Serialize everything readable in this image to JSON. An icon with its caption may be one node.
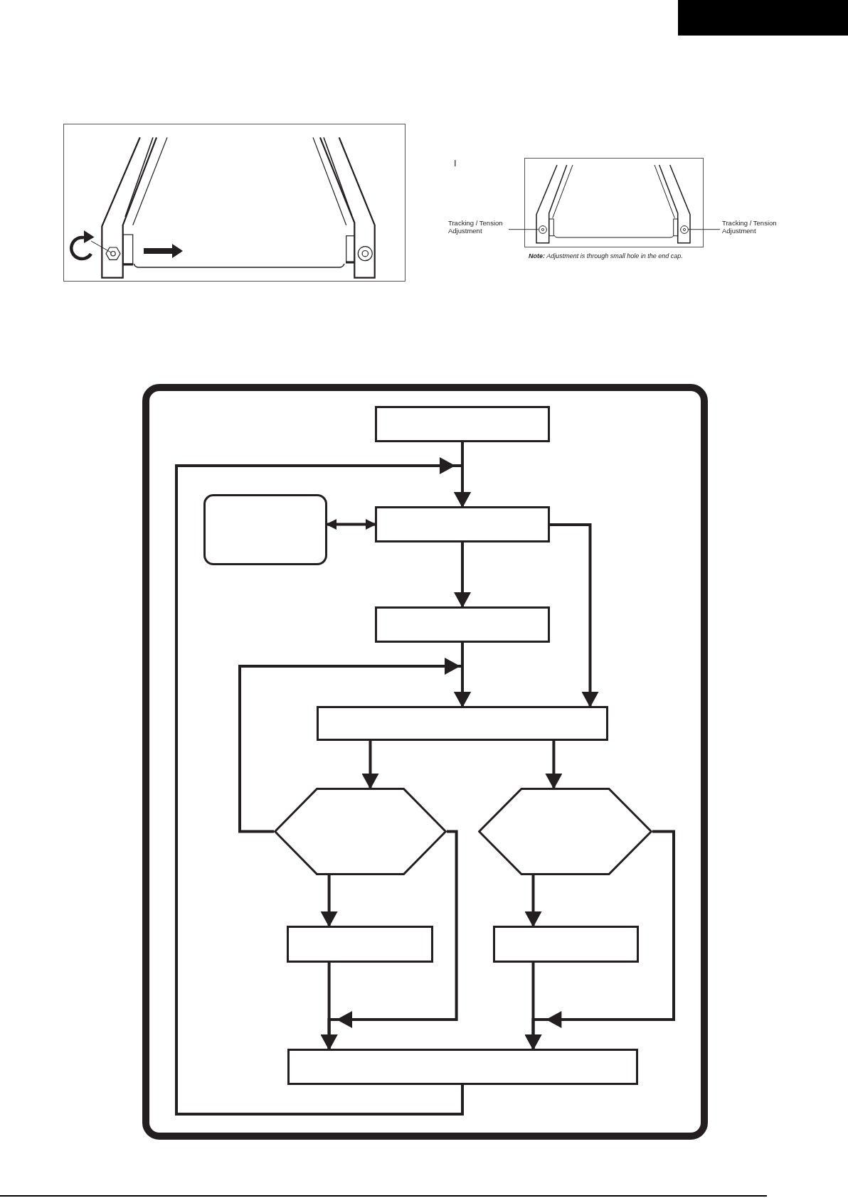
{
  "diagram": {
    "nodes": [
      {
        "text": [],
        "shape": "box"
      },
      {
        "text": [
          "Tracking / Tension Adjustment"
        ]
      },
      {
        "text": [],
        "shape": "circle"
      },
      {
        "text": [],
        "shape": "circle"
      },
      {
        "text": [
          "Tracking / Tension Adjustment"
        ]
      },
      {
        "text": [],
        "shape": "box"
      },
      {
        "text": [],
        "shape": "box"
      },
      {
        "text": [],
        "shape": "box"
      },
      {
        "text": [],
        "shape": "box"
      },
      {
        "text": [],
        "shape": "box"
      },
      {
        "text": [],
        "shape": "hexagon"
      },
      {
        "text": [],
        "shape": "hexagon"
      },
      {
        "text": [],
        "shape": "box"
      },
      {
        "text": [],
        "shape": "box"
      },
      {
        "text": [],
        "shape": "box"
      }
    ],
    "edges": [
      {
        "from": 1,
        "to": 2,
        "arrow": "none"
      },
      {
        "from": 4,
        "to": 3,
        "arrow": "none"
      },
      {
        "from": 5,
        "to": 7,
        "arrow": "to"
      },
      {
        "from": 14,
        "to": 7,
        "arrow": "to"
      },
      {
        "from": 6,
        "to": 7,
        "arrow": "both"
      },
      {
        "from": 7,
        "to": 8,
        "arrow": "to"
      },
      {
        "from": 7,
        "to": 9,
        "arrow": "to"
      },
      {
        "from": 8,
        "to": 9,
        "arrow": "to"
      },
      {
        "from": 10,
        "to": 9,
        "arrow": "to"
      },
      {
        "from": 9,
        "to": 10,
        "arrow": "to"
      },
      {
        "from": 9,
        "to": 11,
        "arrow": "to"
      },
      {
        "from": 10,
        "to": 12,
        "arrow": "to"
      },
      {
        "from": 10,
        "to": 14,
        "arrow": "to"
      },
      {
        "from": 11,
        "to": 13,
        "arrow": "to"
      },
      {
        "from": 11,
        "to": 14,
        "arrow": "to"
      },
      {
        "from": 12,
        "to": 14,
        "arrow": "to"
      },
      {
        "from": 13,
        "to": 14,
        "arrow": "to"
      }
    ],
    "labels": [
      "I",
      "**Note:** Adjustment is through small hole in the end cap."
    ]
  }
}
